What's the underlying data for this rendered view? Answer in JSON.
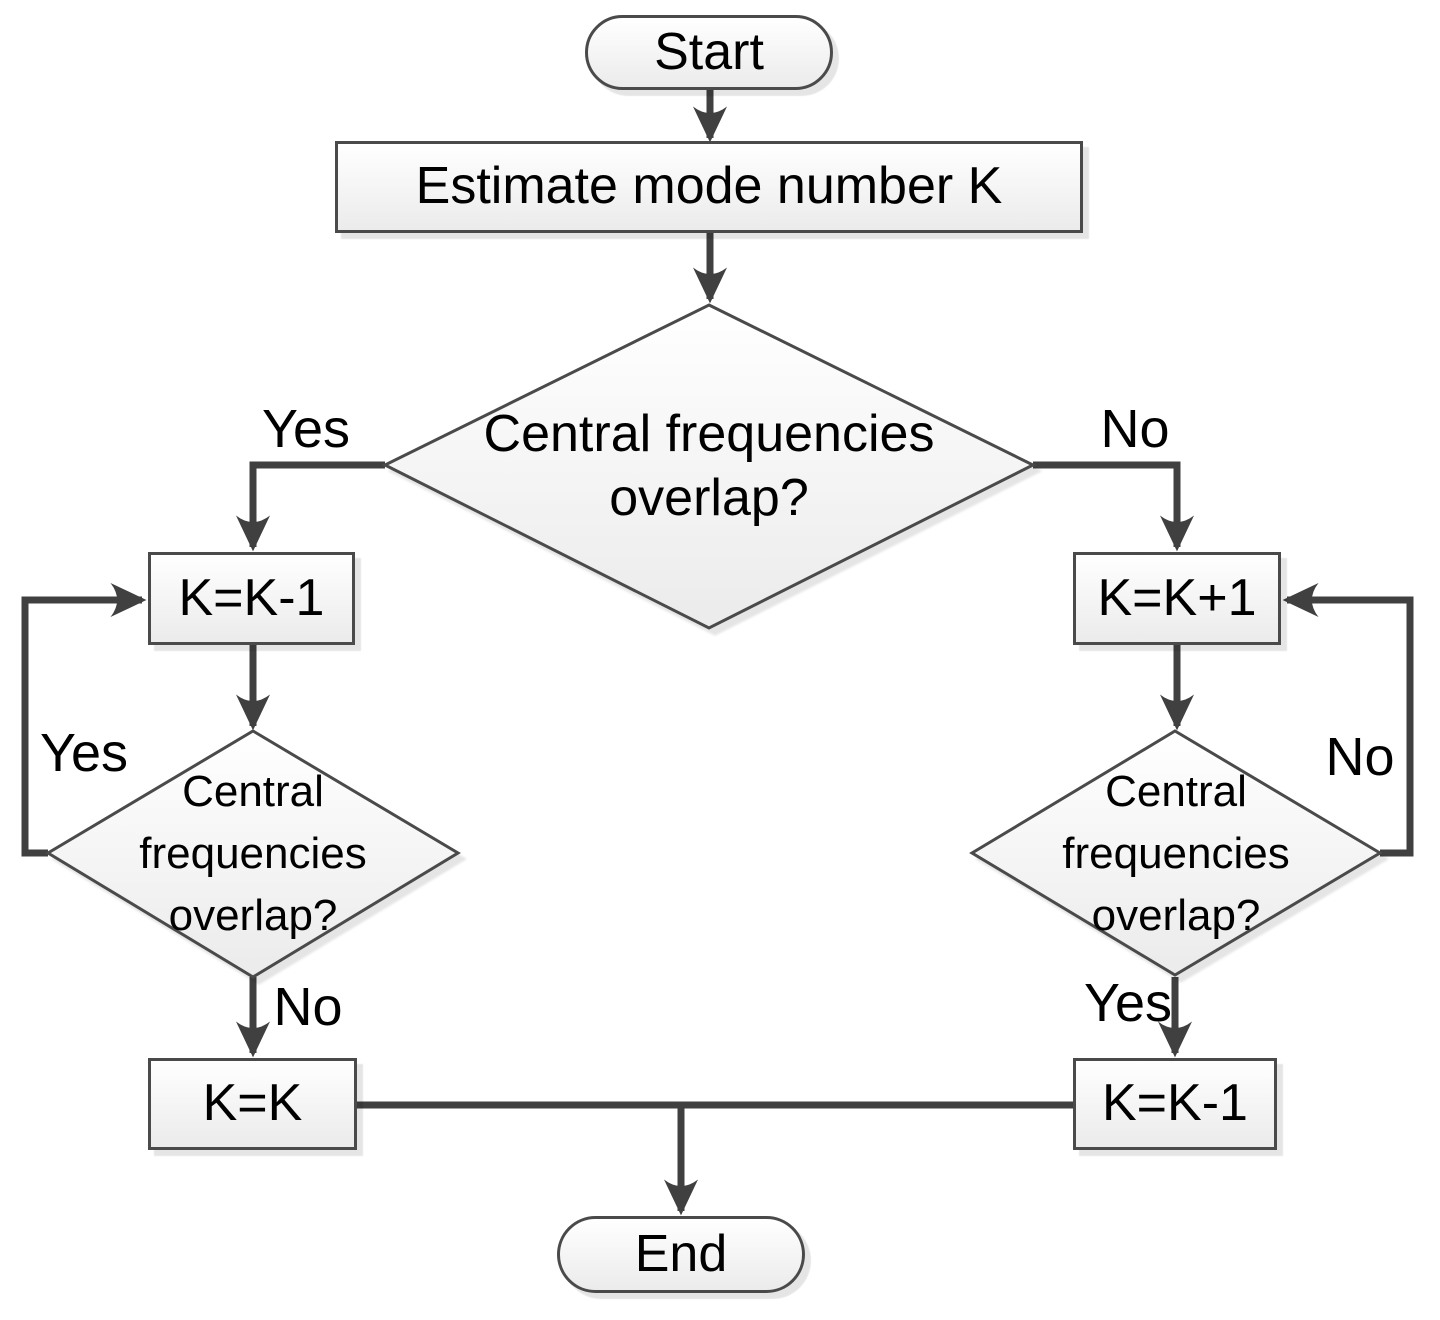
{
  "flowchart": {
    "nodes": {
      "start": "Start",
      "estimate": "Estimate mode number K",
      "decision_main": "Central frequencies overlap?",
      "decrement_left": "K=K-1",
      "increment_right": "K=K+1",
      "decision_left": "Central frequencies overlap?",
      "decision_right": "Central frequencies overlap?",
      "keep_k": "K=K",
      "decrement_right_bottom": "K=K-1",
      "end": "End"
    },
    "edge_labels": {
      "main_yes": "Yes",
      "main_no": "No",
      "left_loop_yes": "Yes",
      "left_no": "No",
      "right_loop_no": "No",
      "right_yes": "Yes"
    },
    "colors": {
      "connector": "#404040",
      "node_border": "#4a4a4a",
      "node_fill_top": "#ffffff",
      "node_fill_bottom": "#ebebeb",
      "text": "#000000"
    }
  }
}
